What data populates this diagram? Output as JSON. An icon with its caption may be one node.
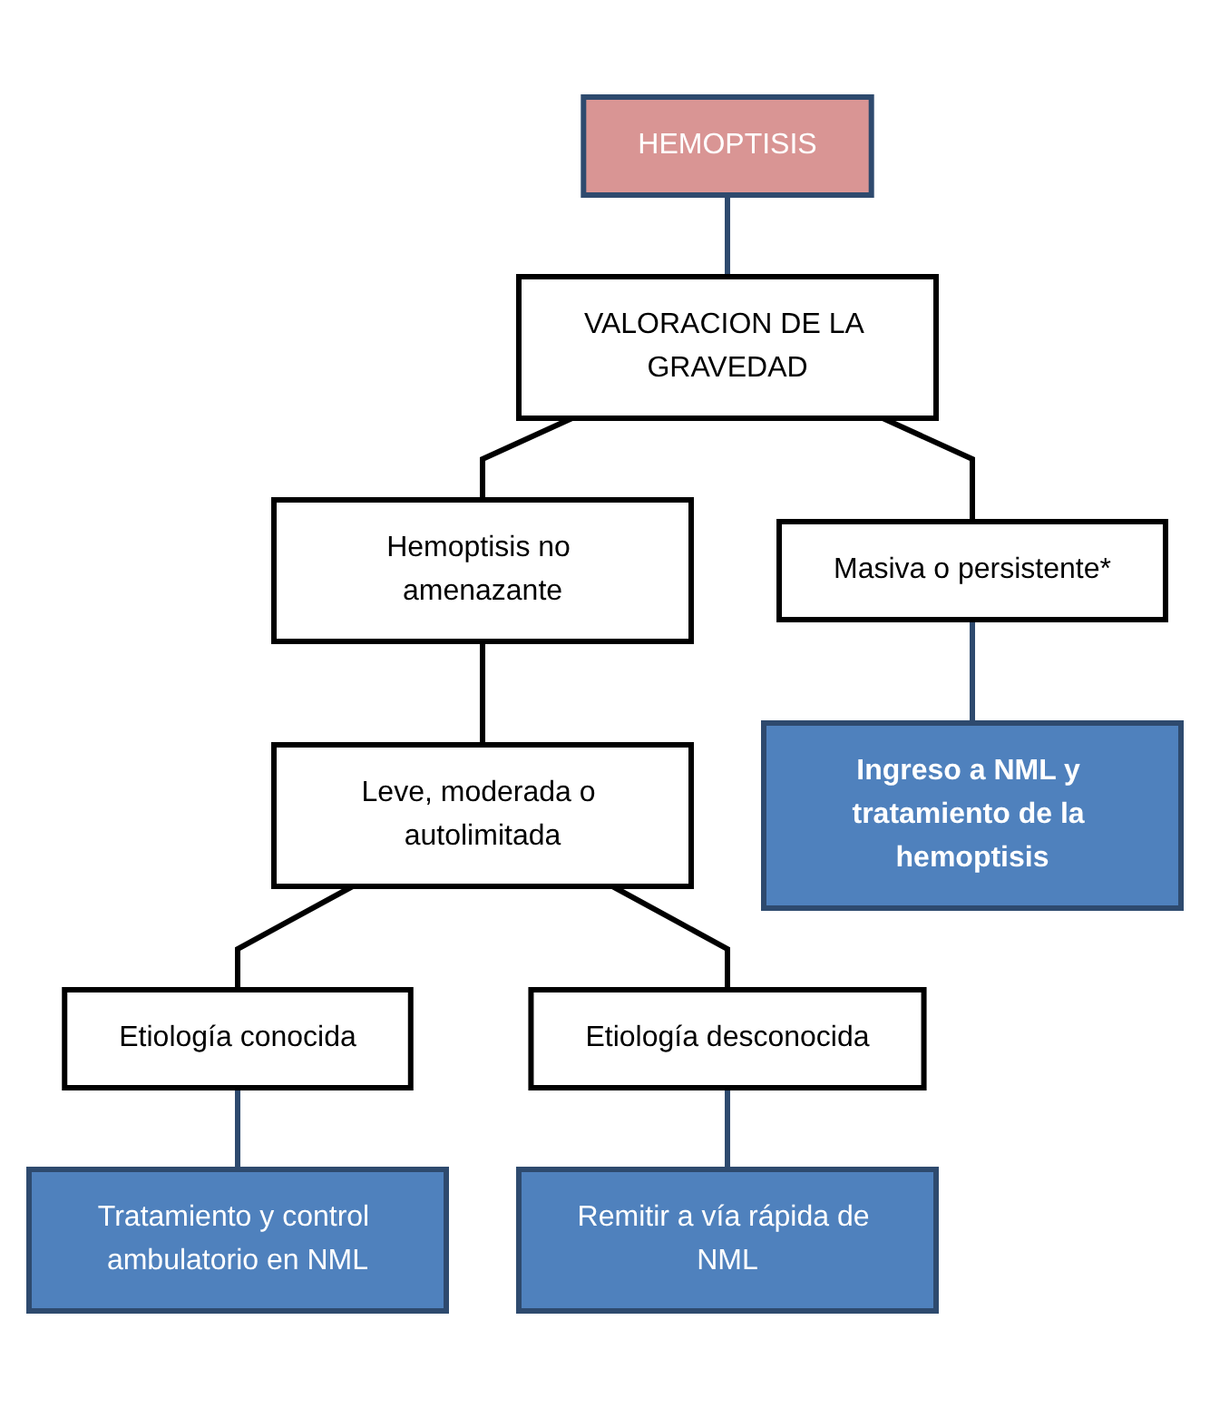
{
  "diagram": {
    "nodes": [
      {
        "text": [
          "HEMOPTISIS"
        ]
      },
      {
        "text": [
          "VALORACION DE LA GRAVEDAD"
        ]
      },
      {
        "text": [
          "Hemoptisis no amenazante"
        ]
      },
      {
        "text": [
          "Masiva o persistente*"
        ]
      },
      {
        "text": [
          "Leve, moderada o autolimitada"
        ]
      },
      {
        "text": [
          "Etiología conocida"
        ]
      },
      {
        "text": [
          "Etiología desconocida"
        ]
      },
      {
        "text": [
          "Tratamiento y control ambulatorio en NML"
        ]
      },
      {
        "text": [
          "Remitir a vía rápida de NML"
        ]
      },
      {
        "text": [
          "Ingreso a NML y tratamiento de la hemoptisis"
        ]
      }
    ],
    "edges": [
      {
        "from": 0,
        "to": 1,
        "arrow": "none",
        "color": "#2e4a6e"
      },
      {
        "from": 1,
        "to": 2,
        "arrow": "none"
      },
      {
        "from": 1,
        "to": 3,
        "arrow": "none"
      },
      {
        "from": 2,
        "to": 4,
        "arrow": "none"
      },
      {
        "from": 4,
        "to": 5,
        "arrow": "none"
      },
      {
        "from": 4,
        "to": 6,
        "arrow": "none"
      },
      {
        "from": 5,
        "to": 7,
        "arrow": "none",
        "color": "#2e4a6e"
      },
      {
        "from": 6,
        "to": 8,
        "arrow": "none",
        "color": "#2e4a6e"
      },
      {
        "from": 3,
        "to": 9,
        "arrow": "none",
        "color": "#2e4a6e"
      }
    ]
  }
}
